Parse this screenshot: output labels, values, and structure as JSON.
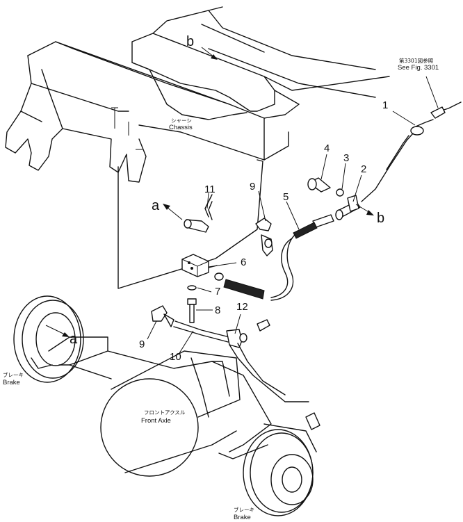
{
  "callouts": {
    "n1": "1",
    "n2": "2",
    "n3": "3",
    "n4": "4",
    "n5": "5",
    "n6": "6",
    "n7": "7",
    "n8": "8",
    "n9a": "9",
    "n9b": "9",
    "n10": "10",
    "n11": "11",
    "n12": "12"
  },
  "arrow_labels": {
    "a_top": "a",
    "a_bottom": "a",
    "b_top": "b",
    "b_right": "b"
  },
  "labels": {
    "chassis_jp": "シャーシ",
    "chassis_en": "Chassis",
    "see_fig_jp": "第3301図参照",
    "see_fig_en": "See Fig. 3301",
    "axle_jp": "フロントアクスル",
    "axle_en": "Front  Axle",
    "brake_left_jp": "ブレーキ",
    "brake_left_en": "Brake",
    "brake_right_jp": "ブレーキ",
    "brake_right_en": "Brake"
  }
}
